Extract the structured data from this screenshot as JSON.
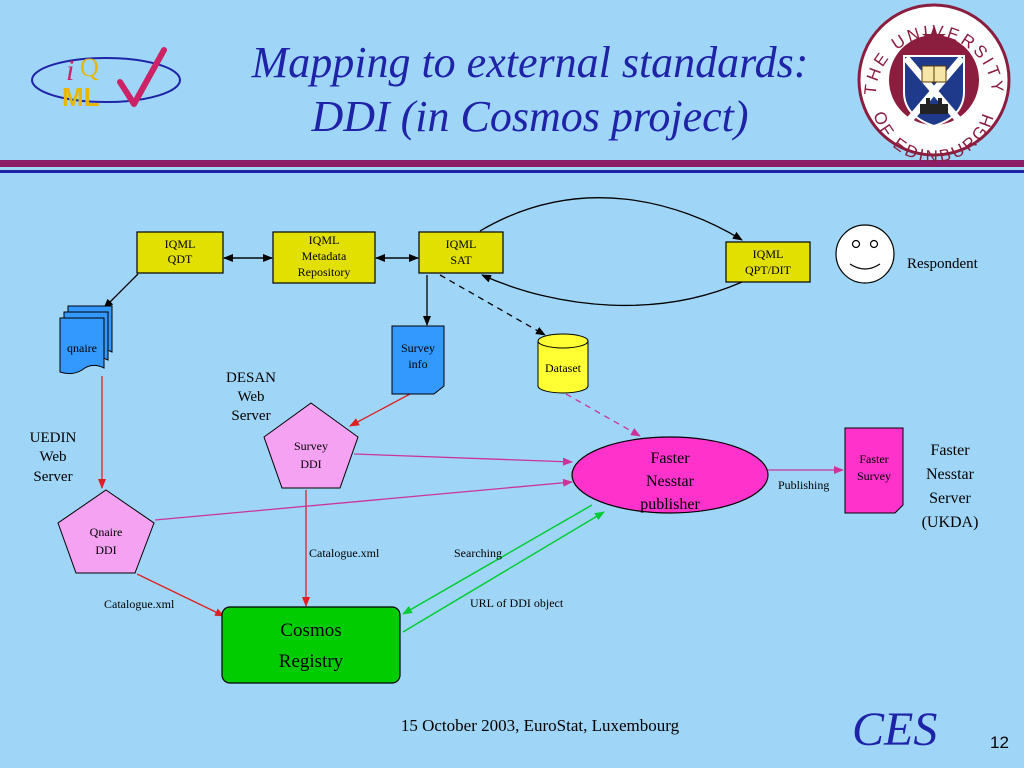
{
  "slide": {
    "title_line1": "Mapping to external standards:",
    "title_line2": "DDI (in Cosmos project)",
    "footer": "15 October 2003, EuroStat, Luxembourg",
    "ces_label": "CES",
    "page_number": "12"
  },
  "logo_iqml": {
    "i": "i",
    "q": "Q",
    "ml": "ML"
  },
  "seal": {
    "text_top": "THE UNIVERSITY",
    "text_bottom": "OF EDINBURGH"
  },
  "nodes": {
    "iqml_qdt": [
      "IQML",
      "QDT"
    ],
    "iqml_repo": [
      "IQML",
      "Metadata",
      "Repository"
    ],
    "iqml_sat": [
      "IQML",
      "SAT"
    ],
    "iqml_qpt": [
      "IQML",
      "QPT/DIT"
    ],
    "respondent": "Respondent",
    "qnaire": "qnaire",
    "survey_info": [
      "Survey",
      "info"
    ],
    "dataset": "Dataset",
    "desan": [
      "DESAN",
      "Web",
      "Server"
    ],
    "survey_ddi": [
      "Survey",
      "DDI"
    ],
    "uedin": [
      "UEDIN",
      "Web",
      "Server"
    ],
    "qnaire_ddi": [
      "Qnaire",
      "DDI"
    ],
    "faster_publisher": [
      "Faster",
      "Nesstar",
      "publisher"
    ],
    "faster_survey": [
      "Faster",
      "Survey"
    ],
    "faster_server": [
      "Faster",
      "Nesstar",
      "Server",
      "(UKDA)"
    ],
    "cosmos": [
      "Cosmos",
      "Registry"
    ]
  },
  "edge_labels": {
    "publishing": "Publishing",
    "catalogue_center": "Catalogue.xml",
    "searching": "Searching",
    "catalogue_left": "Catalogue.xml",
    "url_ddi": "URL of DDI object"
  },
  "colors": {
    "background": "#9FD6F7",
    "title_blue": "#1F23A8",
    "iqml_box": "#E2E000",
    "blue_doc": "#3399FF",
    "pentagon": "#F6A2F3",
    "magenta": "#FF33CC",
    "cosmos_green": "#00CC00",
    "red_edge": "#E02020",
    "magenta_edge": "#CC3399",
    "green_edge": "#00CC33"
  }
}
